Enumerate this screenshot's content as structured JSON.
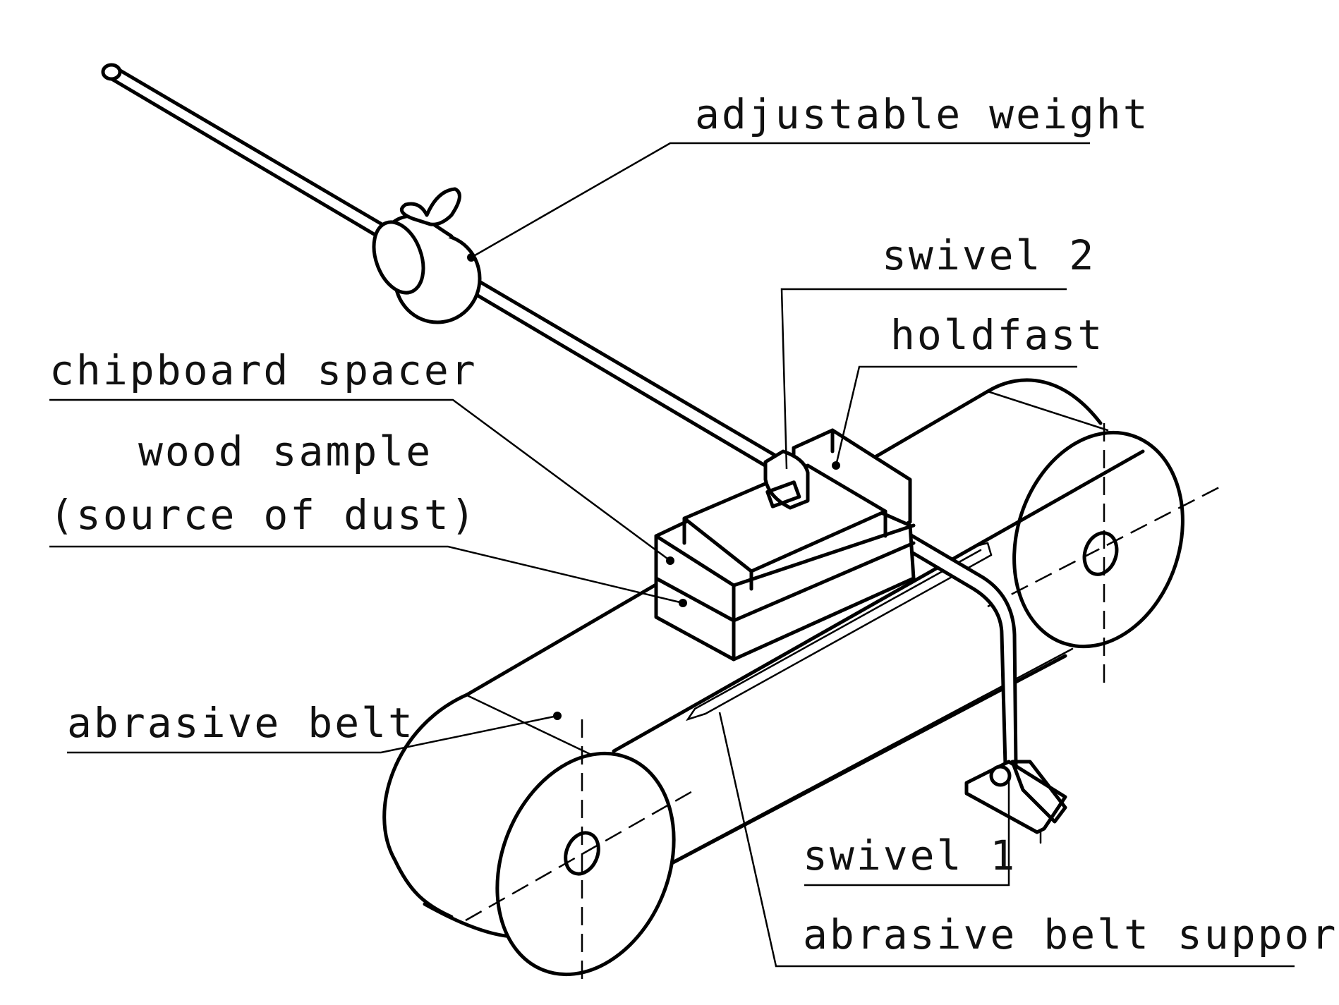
{
  "labels": {
    "adjustable_weight": "adjustable weight",
    "swivel_2": "swivel 2",
    "holdfast": "holdfast",
    "chipboard_spacer": "chipboard spacer",
    "wood_sample_line1": "wood sample",
    "wood_sample_line2": "(source of dust)",
    "abrasive_belt": "abrasive belt",
    "swivel_1": "swivel 1",
    "abrasive_belt_support": "abrasive belt support"
  },
  "colors": {
    "ink": "#000000",
    "background": "#ffffff"
  }
}
